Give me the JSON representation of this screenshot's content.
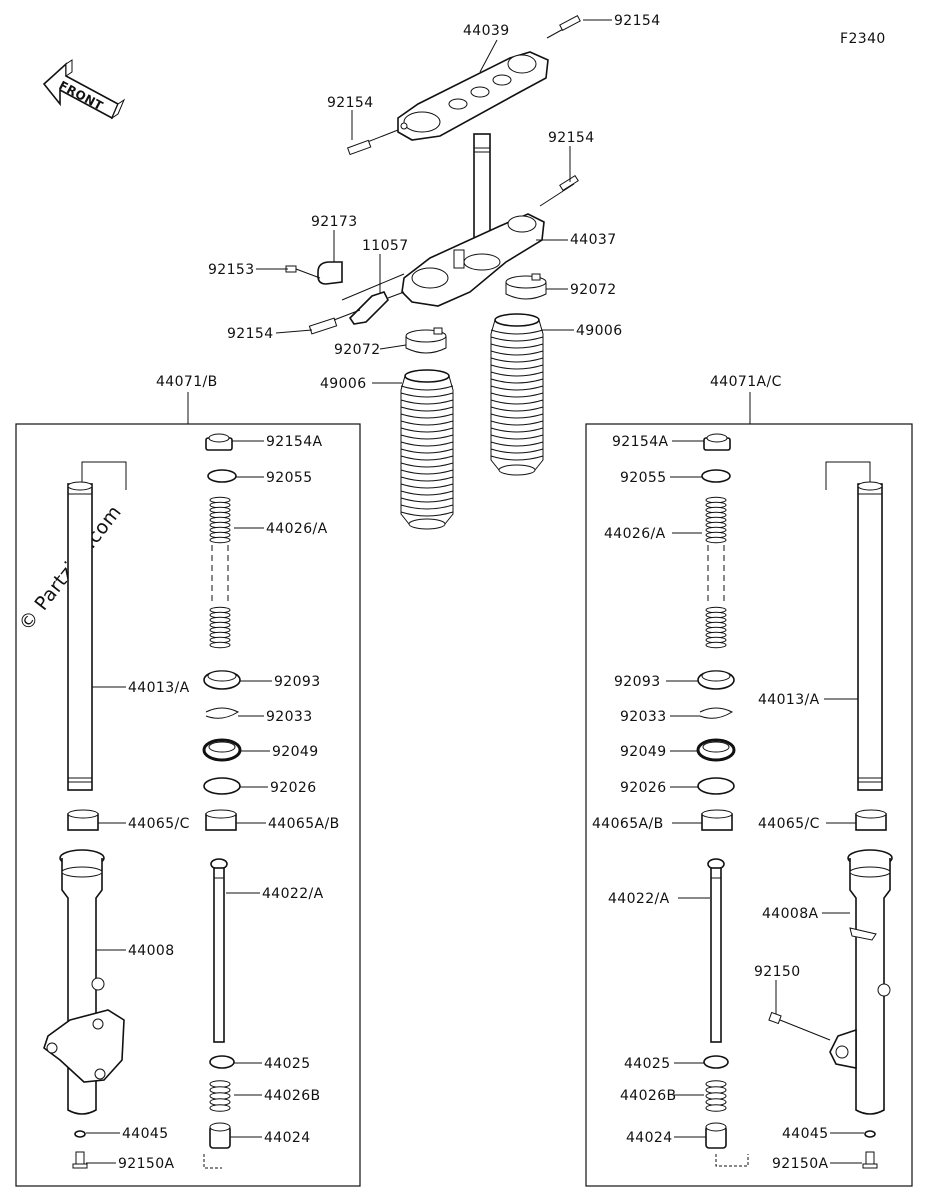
{
  "diagram_code": "F2340",
  "front_label": "FRONT",
  "watermark": "© Partzilla.com",
  "assembly_left": "44071/B",
  "assembly_right": "44071A/C",
  "top_labels": {
    "bracket_upper": "44039",
    "bolt_top_right": "92154",
    "bolt_top_left": "92154",
    "bolt_mid_right": "92154",
    "bracket_lower": "44037",
    "clamp_small": "92173",
    "bolt_92153": "92153",
    "bracket_11057": "11057",
    "bolt_lower_left": "92154",
    "clamp_right": "92072",
    "clamp_left": "92072",
    "boot_right": "49006",
    "boot_left": "49006"
  },
  "left_labels": {
    "cap_bolt": "92154A",
    "oring": "92055",
    "spring": "44026/A",
    "inner_tube": "44013/A",
    "dust_seal": "92093",
    "snap_ring": "92033",
    "oil_seal": "92049",
    "washer": "92026",
    "bushing_inner": "44065/C",
    "bushing_outer": "44065A/B",
    "cylinder": "44022/A",
    "outer_tube": "44008",
    "ring": "44025",
    "rebound_spring": "44026B",
    "piece": "44024",
    "gasket": "44045",
    "bottom_bolt": "92150A"
  },
  "right_labels": {
    "cap_bolt": "92154A",
    "oring": "92055",
    "spring": "44026/A",
    "inner_tube": "44013/A",
    "dust_seal": "92093",
    "snap_ring": "92033",
    "oil_seal": "92049",
    "washer": "92026",
    "bushing_outer": "44065A/B",
    "bushing_inner": "44065/C",
    "cylinder": "44022/A",
    "outer_tube": "44008A",
    "caliper_bolt": "92150",
    "ring": "44025",
    "rebound_spring": "44026B",
    "piece": "44024",
    "gasket": "44045",
    "bottom_bolt": "92150A"
  }
}
